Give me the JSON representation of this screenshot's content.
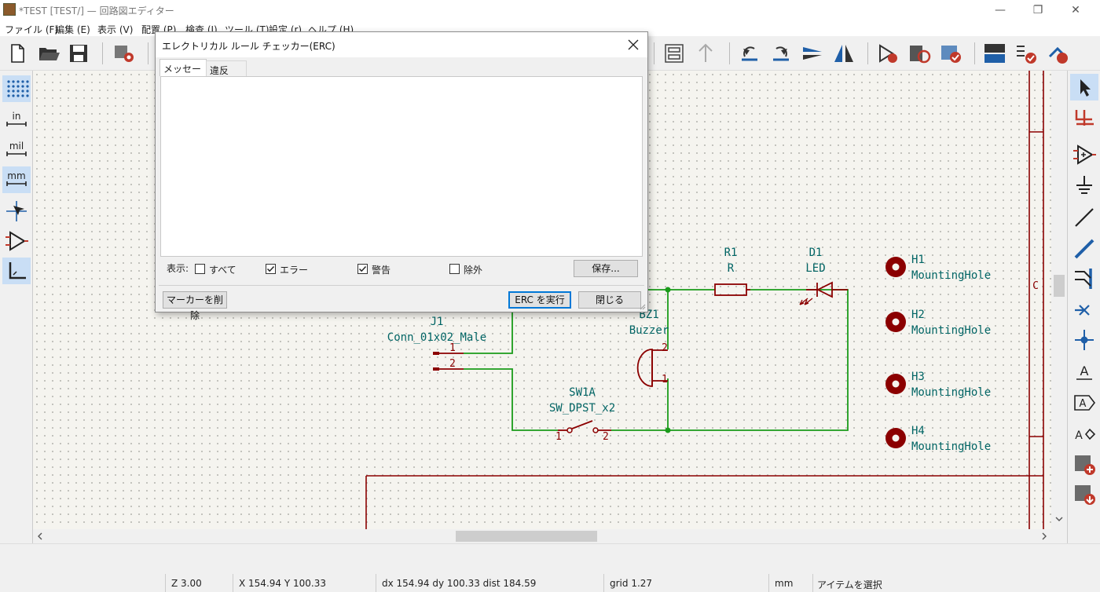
{
  "window": {
    "title": "*TEST [TEST/] — 回路図エディター",
    "controls": {
      "minimize": "—",
      "maximize": "❐",
      "close": "✕"
    }
  },
  "menu": {
    "items": [
      "ファイル (F)",
      "編集 (E)",
      "表示 (V)",
      "配置 (P)",
      "検査 (I)",
      "ツール (T)",
      "設定 (r)",
      "ヘルプ (H)"
    ]
  },
  "schematic": {
    "r1": {
      "ref": "R1",
      "value": "R"
    },
    "d1": {
      "ref": "D1",
      "value": "LED"
    },
    "bz1": {
      "ref": "BZ1",
      "value": "Buzzer",
      "pin_top": "2",
      "pin_bottom": "1"
    },
    "j1": {
      "ref": "J1",
      "value": "Conn_01x02_Male",
      "pin1": "1",
      "pin2": "2"
    },
    "sw1": {
      "ref": "SW1A",
      "value": "SW_DPST_x2",
      "pin1": "1",
      "pin2": "2"
    },
    "holes": [
      {
        "ref": "H1",
        "value": "MountingHole"
      },
      {
        "ref": "H2",
        "value": "MountingHole"
      },
      {
        "ref": "H3",
        "value": "MountingHole"
      },
      {
        "ref": "H4",
        "value": "MountingHole"
      }
    ],
    "border_letter": "C",
    "colors": {
      "wire": "#1a9b1a",
      "symbol": "#8b0000",
      "text": "#006464",
      "background": "#f5f4ef"
    }
  },
  "left_toolbar": {
    "in": "in",
    "mil": "mil",
    "mm": "mm"
  },
  "right_toolbar": {
    "text_tool": "A",
    "global_label": "A"
  },
  "erc_dialog": {
    "title": "エレクトリカル ルール チェッカー(ERC)",
    "tabs": [
      "メッセージ",
      "違反"
    ],
    "show_label": "表示:",
    "filters": [
      {
        "label": "すべて",
        "checked": false
      },
      {
        "label": "エラー",
        "checked": true
      },
      {
        "label": "警告",
        "checked": true
      },
      {
        "label": "除外",
        "checked": false
      }
    ],
    "save_button": "保存...",
    "delete_markers_button": "マーカーを削除",
    "run_button": "ERC を実行",
    "close_button": "閉じる"
  },
  "status": {
    "zoom": "Z 3.00",
    "xy": "X 154.94  Y 100.33",
    "delta": "dx 154.94  dy 100.33  dist 184.59",
    "grid": "grid 1.27",
    "units": "mm",
    "message": "アイテムを選択"
  }
}
